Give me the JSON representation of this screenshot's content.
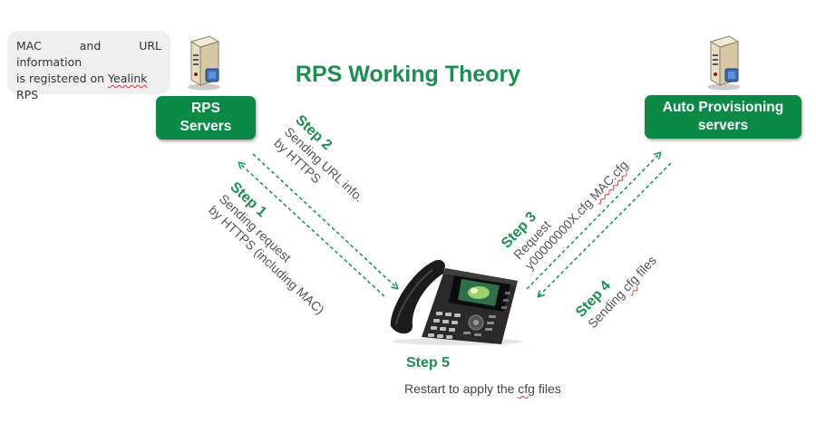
{
  "title": "RPS Working Theory",
  "note": {
    "line1": "MAC and URL information",
    "line2a": "is registered on ",
    "line2b": "Yealink",
    "line3": "RPS"
  },
  "rps_box": {
    "line1": "RPS",
    "line2": "Servers"
  },
  "ap_box": {
    "line1": "Auto Provisioning",
    "line2": "servers"
  },
  "step1": {
    "label": "Step 1",
    "line1": "Sending request",
    "line2": "by HTTPS (including MAC)"
  },
  "step2": {
    "label": "Step 2",
    "line1": "Sending URL info.",
    "line2": "by HTTPS"
  },
  "step3": {
    "label": "Step 3",
    "line1": "Request",
    "line2a": "y00000000X.cfg ",
    "line2b": "MAC.cfg"
  },
  "step4": {
    "label": "Step 4",
    "line1a": "Sending ",
    "line1b": "cfg",
    "line1c": " files"
  },
  "step5": {
    "label": "Step 5",
    "desc_a": "Restart to apply the ",
    "desc_b": "cfg",
    "desc_c": " files"
  },
  "colors": {
    "green": "#0a8a45",
    "title_green": "#1a8f4f",
    "arrow_green": "#1a9a55"
  },
  "icons": [
    "server-icon",
    "ip-phone-icon"
  ]
}
